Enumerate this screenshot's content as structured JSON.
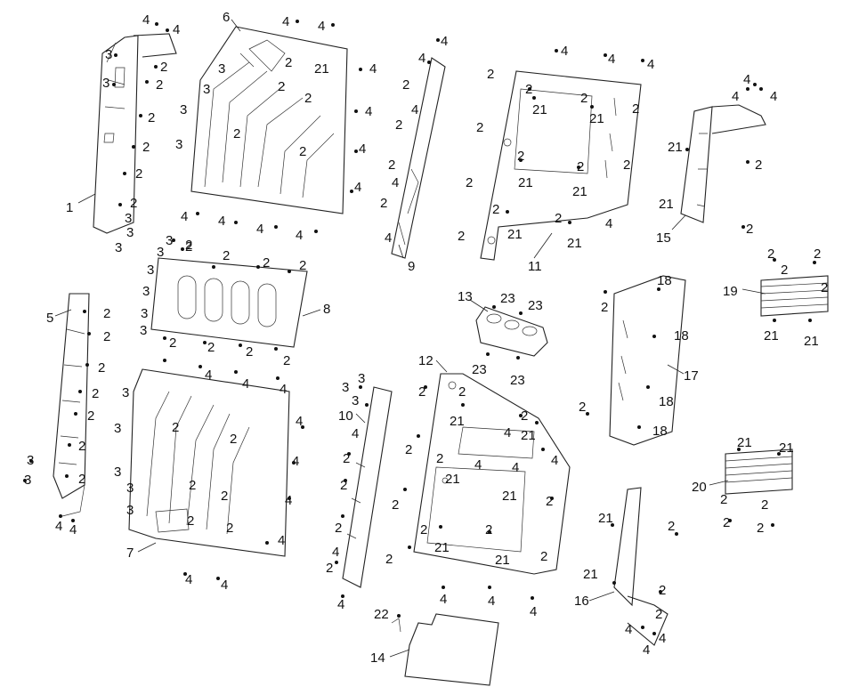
{
  "diagram": {
    "part_numbers": {
      "p1": "1",
      "p2": "2",
      "p3": "3",
      "p4": "4",
      "p5": "5",
      "p6": "6",
      "p7": "7",
      "p8": "8",
      "p9": "9",
      "p10": "10",
      "p11": "11",
      "p12": "12",
      "p13": "13",
      "p14": "14",
      "p15": "15",
      "p16": "16",
      "p17": "17",
      "p18": "18",
      "p19": "19",
      "p20": "20",
      "p21": "21",
      "p22": "22",
      "p23": "23"
    }
  }
}
